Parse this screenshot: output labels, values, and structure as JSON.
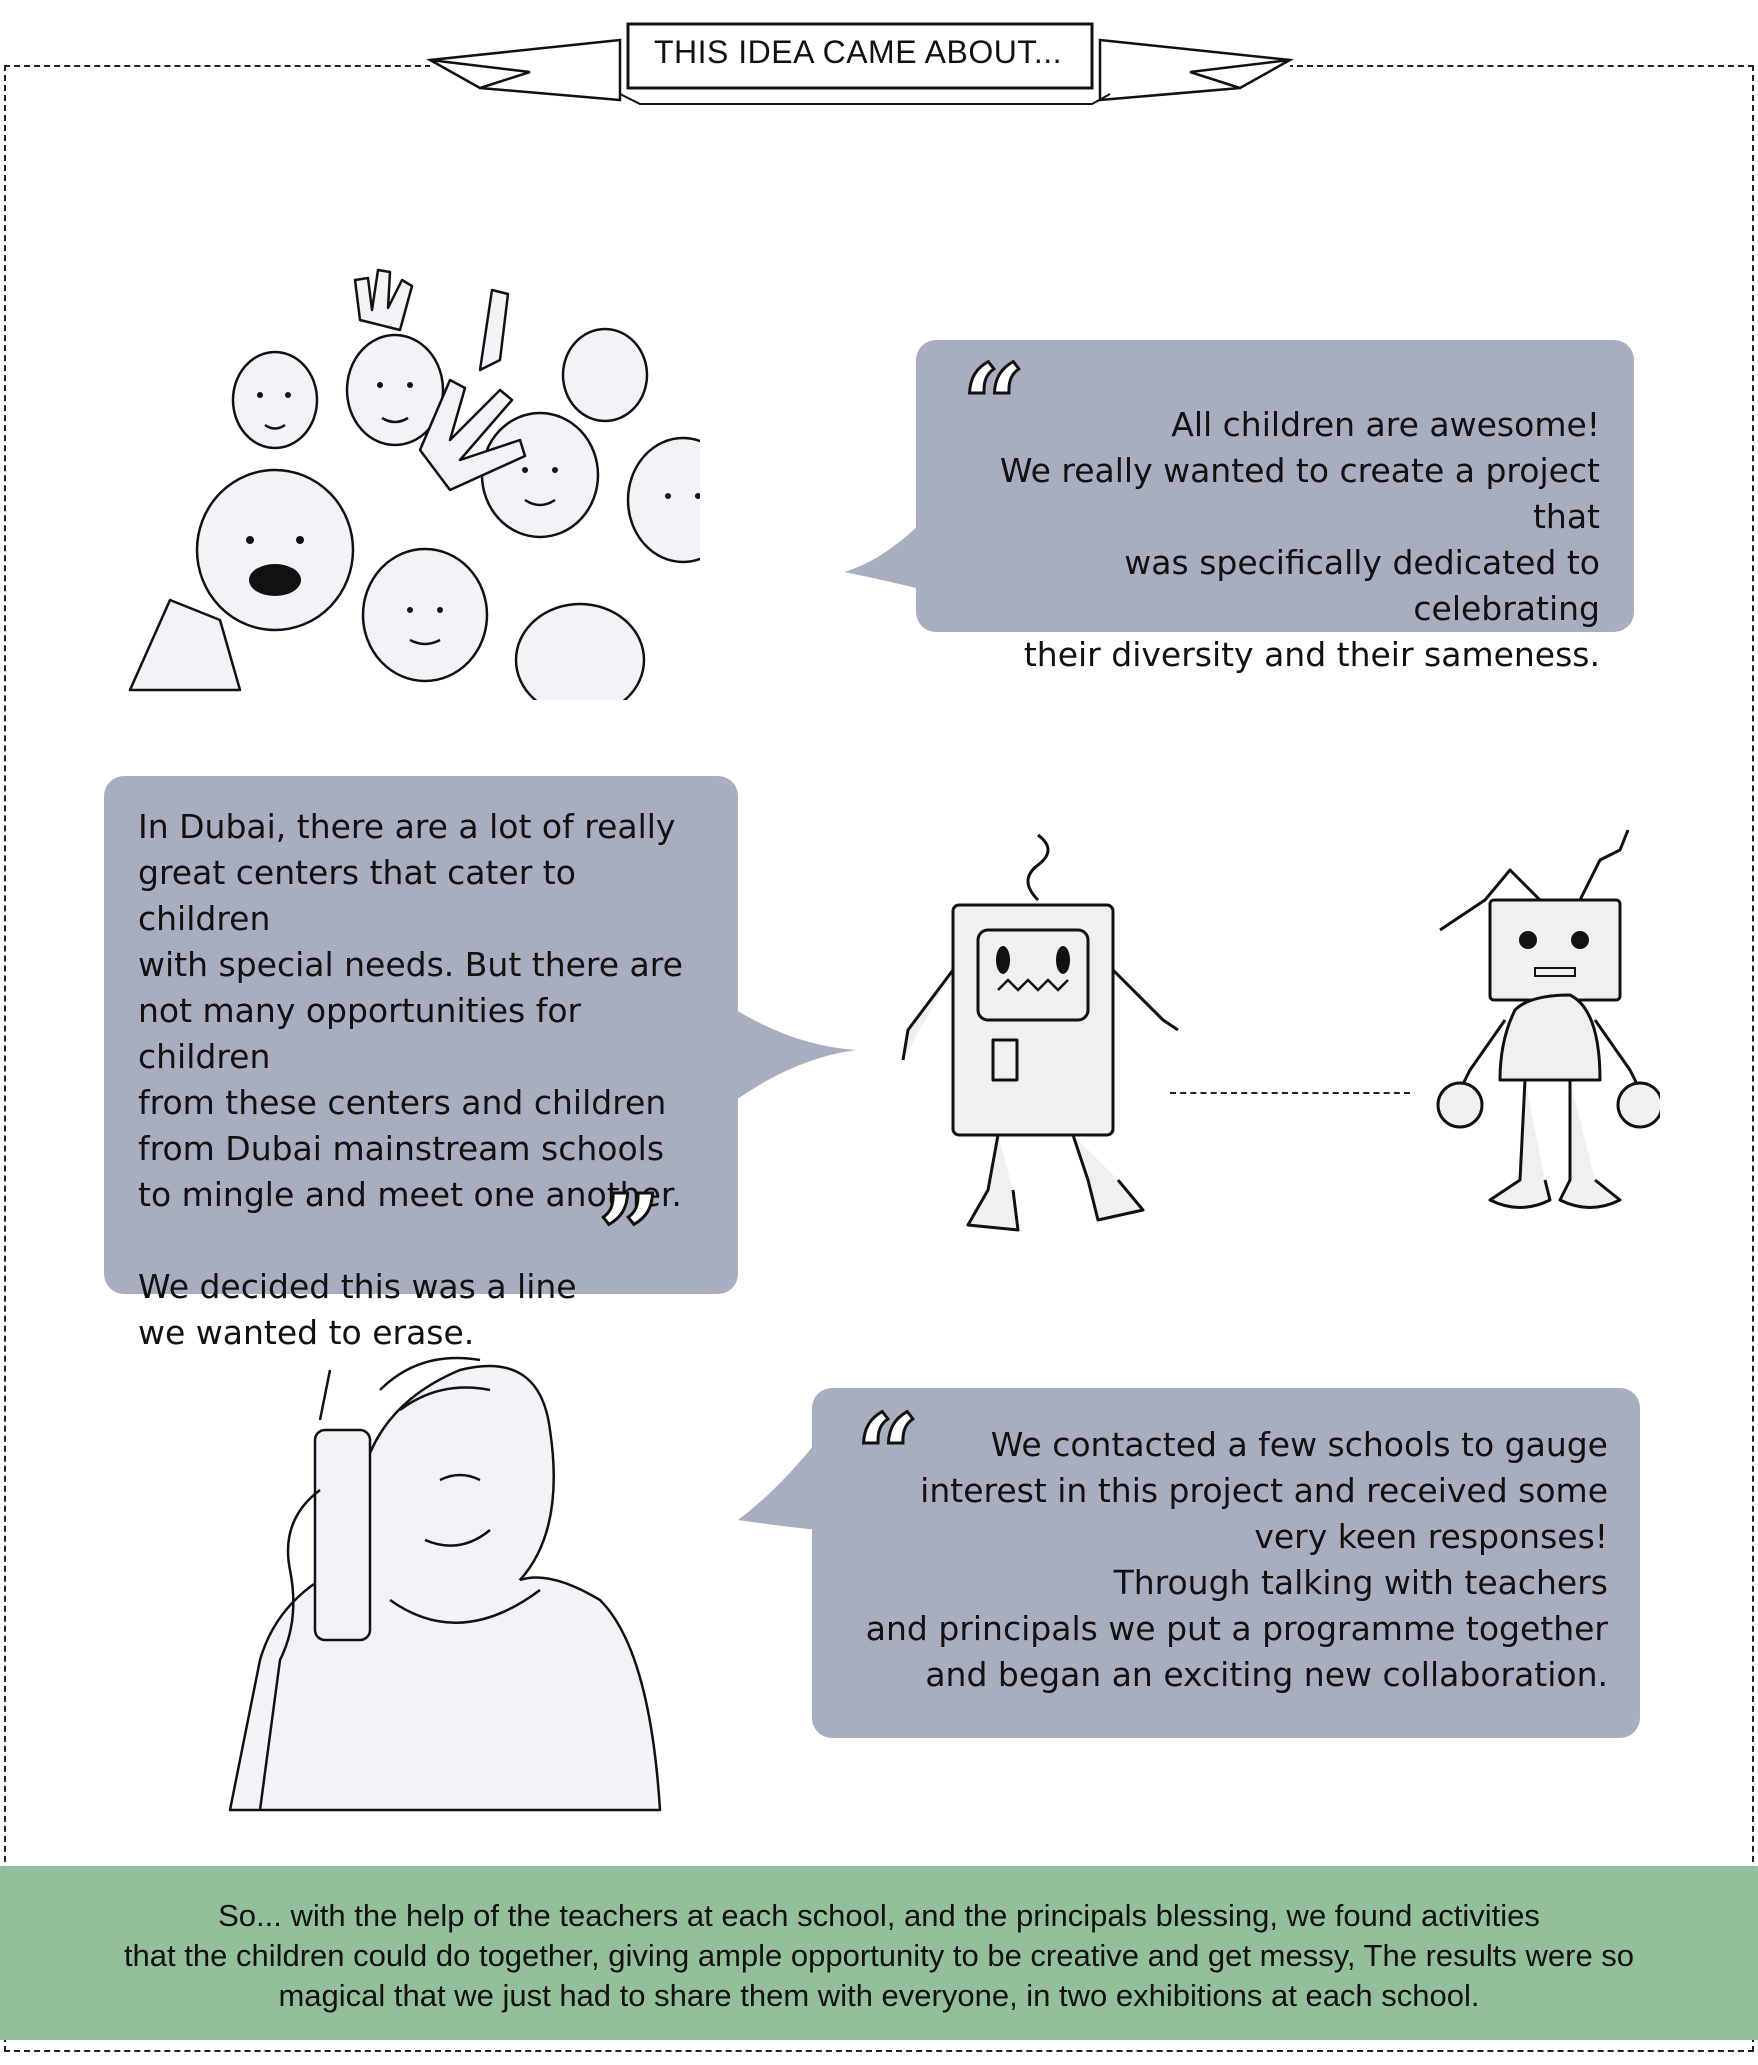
{
  "banner": {
    "title": "THIS IDEA CAME ABOUT..."
  },
  "bubble_children": {
    "text": "All children are awesome!\nWe really wanted to create a project that\nwas specifically dedicated to celebrating\ntheir diversity and their sameness."
  },
  "bubble_dubai": {
    "text1": "In Dubai, there are a lot of really\ngreat centers that cater to children\nwith special needs. But there are\nnot many opportunities for children\nfrom these centers and children\nfrom Dubai mainstream schools\nto mingle and meet one another.",
    "text2": "We decided this was a line\nwe wanted to erase."
  },
  "bubble_schools": {
    "text": "We contacted a few schools to gauge\ninterest in this project and received some\nvery keen responses!\nThrough talking with teachers\nand principals we put a programme together\nand began an exciting new collaboration."
  },
  "summary": {
    "text": "So... with the help of the teachers at each school, and the principals blessing, we found activities\nthat the children could do together, giving ample opportunity to be creative and get messy, The results were so\nmagical that we just had to share them with everyone, in two exhibitions at each school."
  },
  "colors": {
    "bubble": "#a8aec0",
    "summary_bar": "#93bf9a"
  },
  "icons": [
    "open-quote-icon",
    "close-quote-icon"
  ]
}
